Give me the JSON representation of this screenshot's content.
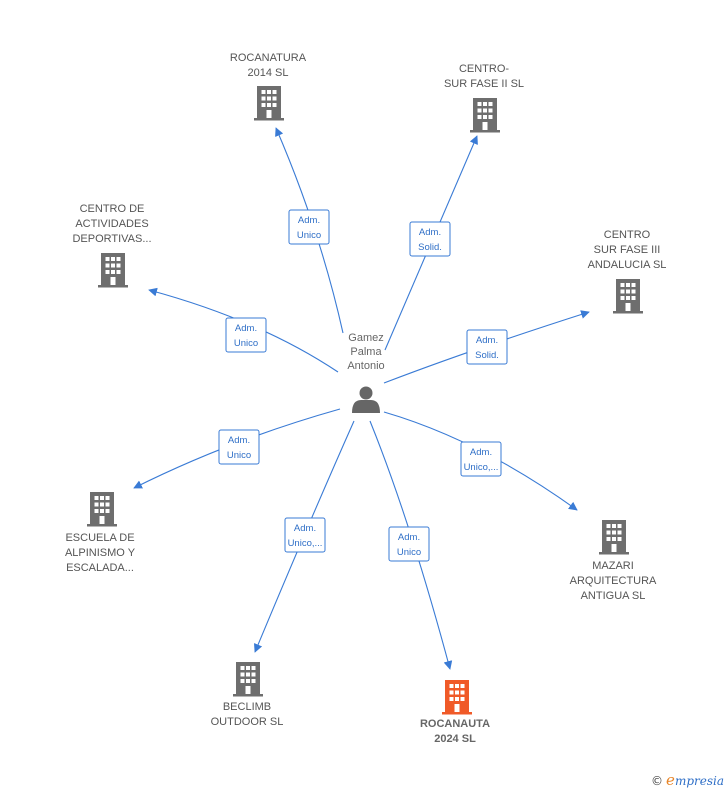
{
  "center": {
    "name_lines": [
      "Gamez",
      "Palma",
      "Antonio"
    ],
    "icon": "person-icon"
  },
  "nodes": [
    {
      "id": "rocanatura",
      "lines": [
        "ROCANATURA",
        "2014  SL"
      ],
      "role_lines": [
        "Adm.",
        "Unico"
      ],
      "highlight": false
    },
    {
      "id": "centro-sur-fase-ii",
      "lines": [
        "CENTRO-",
        "SUR FASE II SL"
      ],
      "role_lines": [
        "Adm.",
        "Solid."
      ],
      "highlight": false
    },
    {
      "id": "centro-actividades",
      "lines": [
        "CENTRO DE",
        "ACTIVIDADES",
        "DEPORTIVAS..."
      ],
      "role_lines": [
        "Adm.",
        "Unico"
      ],
      "highlight": false
    },
    {
      "id": "centro-sur-fase-iii",
      "lines": [
        "CENTRO",
        "SUR FASE III",
        "ANDALUCIA SL"
      ],
      "role_lines": [
        "Adm.",
        "Solid."
      ],
      "highlight": false
    },
    {
      "id": "escuela-alpinismo",
      "lines": [
        "ESCUELA DE",
        "ALPINISMO Y",
        "ESCALADA..."
      ],
      "role_lines": [
        "Adm.",
        "Unico"
      ],
      "highlight": false
    },
    {
      "id": "mazari",
      "lines": [
        "MAZARI",
        "ARQUITECTURA",
        "ANTIGUA SL"
      ],
      "role_lines": [
        "Adm.",
        "Unico,..."
      ],
      "highlight": false
    },
    {
      "id": "beclimb",
      "lines": [
        "BECLIMB",
        "OUTDOOR  SL"
      ],
      "role_lines": [
        "Adm.",
        "Unico,..."
      ],
      "highlight": false
    },
    {
      "id": "rocanauta",
      "lines": [
        "ROCANAUTA",
        "2024  SL"
      ],
      "role_lines": [
        "Adm.",
        "Unico"
      ],
      "highlight": true
    }
  ],
  "colors": {
    "edge": "#3a7bd5",
    "building": "#6e6e6e",
    "building_highlight": "#f05a28",
    "person": "#666666"
  },
  "icons": {
    "company": "building-icon"
  },
  "footer": {
    "symbol": "©",
    "brand_initial": "e",
    "brand_rest": "mpresia"
  }
}
